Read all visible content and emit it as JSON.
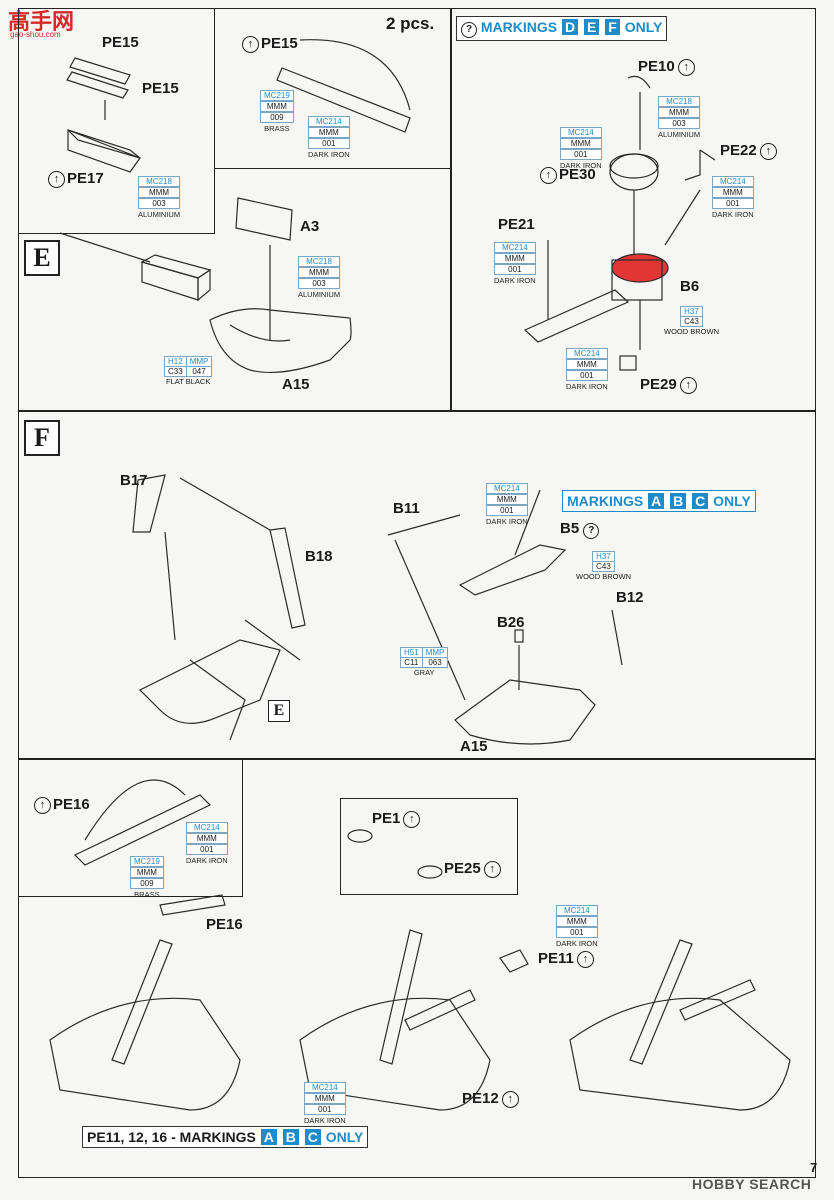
{
  "watermark": {
    "logo": "高手网",
    "url": "gao-shou.com"
  },
  "qty_note": "2 pcs.",
  "step_e": "E",
  "step_f": "F",
  "mark_e_ref": "E",
  "markings_def": {
    "question": "?",
    "lead": "MARKINGS",
    "chips": [
      "D",
      "E",
      "F"
    ],
    "tail": "ONLY"
  },
  "markings_abc": {
    "lead": "MARKINGS",
    "chips": [
      "A",
      "B",
      "C"
    ],
    "tail": "ONLY"
  },
  "markings_abc_bottom": {
    "lead": "PE11, 12, 16 - MARKINGS",
    "chips": [
      "A",
      "B",
      "C"
    ],
    "tail": "ONLY"
  },
  "b5_question": "?",
  "parts": {
    "pe15_a": "PE15",
    "pe15_b": "PE15",
    "pe15_c": "PE15",
    "pe17": "PE17",
    "a3": "A3",
    "a15_top": "A15",
    "pe10": "PE10",
    "pe22": "PE22",
    "pe30": "PE30",
    "pe21": "PE21",
    "b6": "B6",
    "pe29": "PE29",
    "b17": "B17",
    "b18": "B18",
    "b11": "B11",
    "b5": "B5",
    "b12": "B12",
    "b26": "B26",
    "a15_mid": "A15",
    "pe16_a": "PE16",
    "pe16_b": "PE16",
    "pe1": "PE1",
    "pe25": "PE25",
    "pe11": "PE11",
    "pe12": "PE12"
  },
  "paints": {
    "mc219_brass_top": {
      "code": "MC219",
      "l1": "MMM",
      "l2": "009",
      "name": "BRASS"
    },
    "mc214_top": {
      "code": "MC214",
      "l1": "MMM",
      "l2": "001",
      "name": "DARK IRON"
    },
    "mc218_pe17": {
      "code": "MC218",
      "l1": "MMM",
      "l2": "003",
      "name": "ALUMINIUM"
    },
    "mc218_a3": {
      "code": "MC218",
      "l1": "MMM",
      "l2": "003",
      "name": "ALUMINIUM"
    },
    "flat_black": {
      "h": "H12",
      "c": "C33",
      "m": "MMP",
      "n": "047",
      "name": "FLAT BLACK"
    },
    "mc218_pe10": {
      "code": "MC218",
      "l1": "MMM",
      "l2": "003",
      "name": "ALUMINIUM"
    },
    "mc214_pe30": {
      "code": "MC214",
      "l1": "MMM",
      "l2": "001",
      "name": "DARK IRON"
    },
    "mc214_pe22": {
      "code": "MC214",
      "l1": "MMM",
      "l2": "001",
      "name": "DARK IRON"
    },
    "mc214_pe21": {
      "code": "MC214",
      "l1": "MMM",
      "l2": "001",
      "name": "DARK IRON"
    },
    "wood_b6": {
      "h": "H37",
      "c": "C43",
      "name": "WOOD BROWN"
    },
    "mc214_b6": {
      "code": "MC214",
      "l1": "MMM",
      "l2": "001",
      "name": "DARK IRON"
    },
    "mc214_b11": {
      "code": "MC214",
      "l1": "MMM",
      "l2": "001",
      "name": "DARK IRON"
    },
    "wood_b5": {
      "h": "H37",
      "c": "C43",
      "name": "WOOD BROWN"
    },
    "gray_b26": {
      "h": "H51",
      "c": "C11",
      "m": "MMP",
      "n": "063",
      "name": "GRAY"
    },
    "mc214_pe16": {
      "code": "MC214",
      "l1": "MMM",
      "l2": "001",
      "name": "DARK IRON"
    },
    "mc219_pe16": {
      "code": "MC219",
      "l1": "MMM",
      "l2": "009",
      "name": "BRASS"
    },
    "mc214_pe11": {
      "code": "MC214",
      "l1": "MMM",
      "l2": "001",
      "name": "DARK IRON"
    },
    "mc214_pe12": {
      "code": "MC214",
      "l1": "MMM",
      "l2": "001",
      "name": "DARK IRON"
    }
  },
  "footer": {
    "brand": "HOBBY SEARCH",
    "page": "7"
  }
}
